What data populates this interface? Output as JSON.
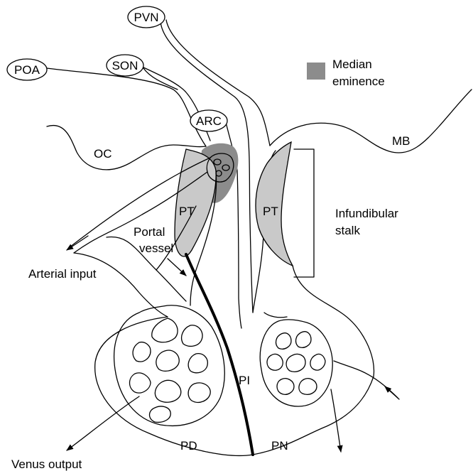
{
  "nuclei": {
    "pvn": "PVN",
    "poa": "POA",
    "son": "SON",
    "arc": "ARC"
  },
  "legend": {
    "line1": "Median",
    "line2": "eminence",
    "swatch_color": "#8c8c8c"
  },
  "labels": {
    "oc": "OC",
    "mb": "MB",
    "pt_left": "PT",
    "pt_right": "PT",
    "infundibular_line1": "Infundibular",
    "infundibular_line2": "stalk",
    "portal_line1": "Portal",
    "portal_line2": "vessel",
    "arterial_input": "Arterial input",
    "venus_output": "Venus output",
    "pi": "PI",
    "pd": "PD",
    "pn": "PN"
  },
  "colors": {
    "pars_tuberalis": "#c9c9c9",
    "median_eminence": "#8c8c8c"
  }
}
